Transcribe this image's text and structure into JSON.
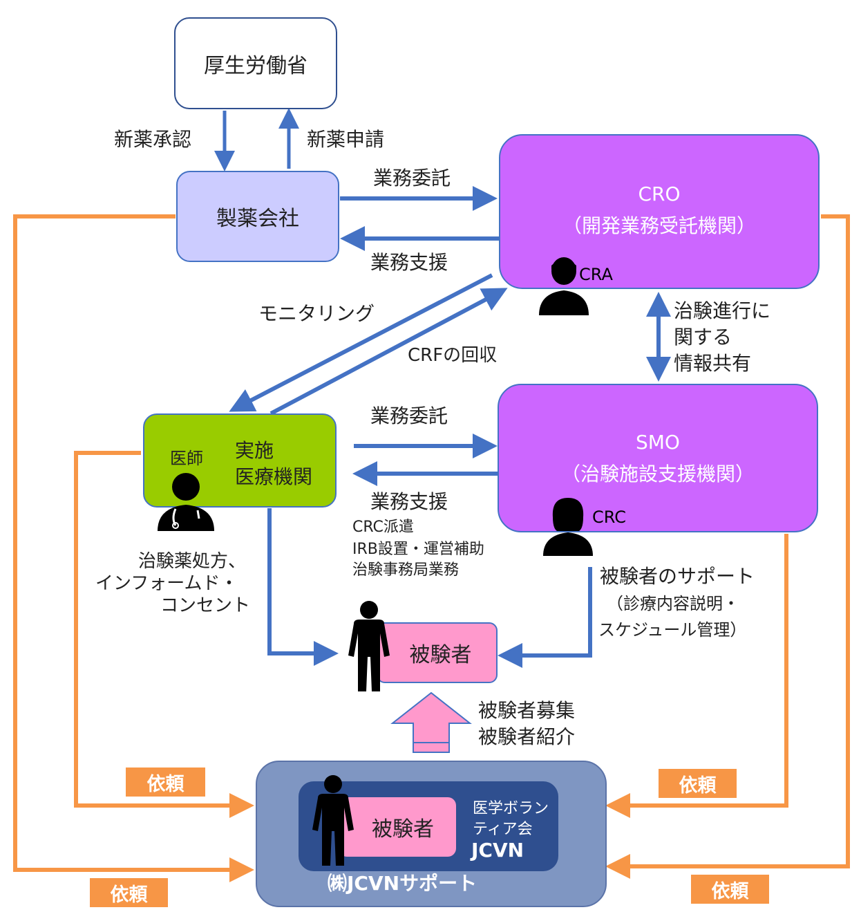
{
  "nodes": {
    "mhlw": "厚生労働省",
    "pharma": "製薬会社",
    "cro_title": "CRO",
    "cro_sub": "（開発業務受託機関）",
    "cra": "CRA",
    "smo_title": "SMO",
    "smo_sub": "（治験施設支援機関）",
    "crc": "CRC",
    "site_doctor": "医師",
    "site_line1": "実施",
    "site_line2": "医療機関",
    "subject": "被験者",
    "jcvn_subject": "被験者",
    "jcvn_vol_line1": "医学ボラン",
    "jcvn_vol_line2": "ティア会",
    "jcvn_vol_line3": "JCVN",
    "jcvn_support": "㈱JCVNサポート"
  },
  "edges": {
    "approval": "新薬承認",
    "application": "新薬申請",
    "outsource_top": "業務委託",
    "support_top": "業務支援",
    "monitoring": "モニタリング",
    "crf": "CRFの回収",
    "info_line1": "治験進行に",
    "info_line2": "関する",
    "info_line3": "情報共有",
    "outsource_mid": "業務委託",
    "support_mid": "業務支援",
    "smo_d1": "CRC派遣",
    "smo_d2": "IRB設置・運営補助",
    "smo_d3": "治験事務局業務",
    "site_to_subj_1": "治験薬処方、",
    "site_to_subj_2": "インフォームド・",
    "site_to_subj_3": "コンセント",
    "smo_to_subj_1": "被験者のサポート",
    "smo_to_subj_2": "（診療内容説明・",
    "smo_to_subj_3": "スケジュール管理）",
    "recruit_1": "被験者募集",
    "recruit_2": "被験者紹介",
    "request": "依頼"
  },
  "colors": {
    "blue_arrow": "#4472c4",
    "orange": "#f79646",
    "cro_fill": "#cc66ff",
    "smo_fill": "#cc66ff",
    "pharma_fill": "#ccccff",
    "site_fill": "#99cc00",
    "subject_fill": "#ff99cc",
    "jcvn_outer": "#7f96c2",
    "jcvn_inner": "#2f4f8f"
  }
}
